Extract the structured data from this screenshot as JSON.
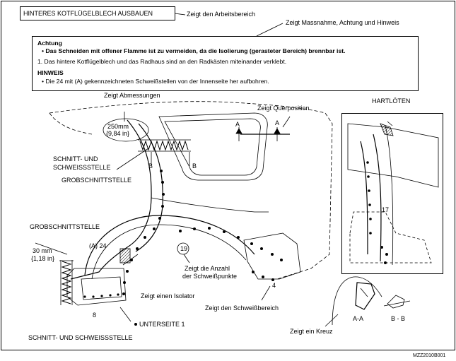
{
  "title": "HINTERES KOTFLÜGELBLECH AUSBAUEN",
  "callouts": {
    "arbeitsbereich": "Zeigt den Arbeitsbereich",
    "massnahme": "Zeigt Massnahme, Achtung und Hinweis",
    "abmessungen": "Zeigt Abmessungen",
    "querposition": "Zeigt Querposition",
    "hartloeten": "HARTLÖTEN",
    "schnitt_schweiss_1": "SCHNITT- UND",
    "schnitt_schweiss_2": "SCHWEISSSTELLE",
    "grobschnitt_top": "GROBSCHNITTSTELLE",
    "grobschnitt_left": "GROBSCHNITTSTELLE",
    "dim_left_1": "30 mm",
    "dim_left_2": "{1,18 in}",
    "dim_top_1": "250mm",
    "dim_top_2": "{9,84 in}",
    "a24": "(A) 24",
    "anzahl_1": "Zeigt die Anzahl",
    "anzahl_2": "der Schweißpunkte",
    "isolator": "Zeigt einen Isolator",
    "schweissbereich": "Zeigt den Schweißbereich",
    "kreuz": "Zeigt ein Kreuz",
    "unterseite": "UNTERSEITE 1",
    "schnitt_bottom": "SCHNITT- UND SCHWEISSSTELLE",
    "num_8": "8",
    "num_4": "4",
    "num_19": "19",
    "num_17": "17",
    "label_a": "A",
    "label_b": "B",
    "section_aa": "A-A",
    "section_bb": "B - B",
    "code": "MZZ2010B001"
  },
  "caution": {
    "heading": "Achtung",
    "bullet": "• Das Schneiden mit offener Flamme ist zu vermeiden, da die Isolierung (gerasteter Bereich) brennbar ist.",
    "line1": "1. Das hintere Kotflügelblech und das Radhaus sind an den Radkästen miteinander verklebt.",
    "hint_heading": "HINWEIS",
    "hint_bullet": "•  Die 24 mit (A) gekennzeichneten Schweißstellen von der Innenseite her aufbohren."
  }
}
